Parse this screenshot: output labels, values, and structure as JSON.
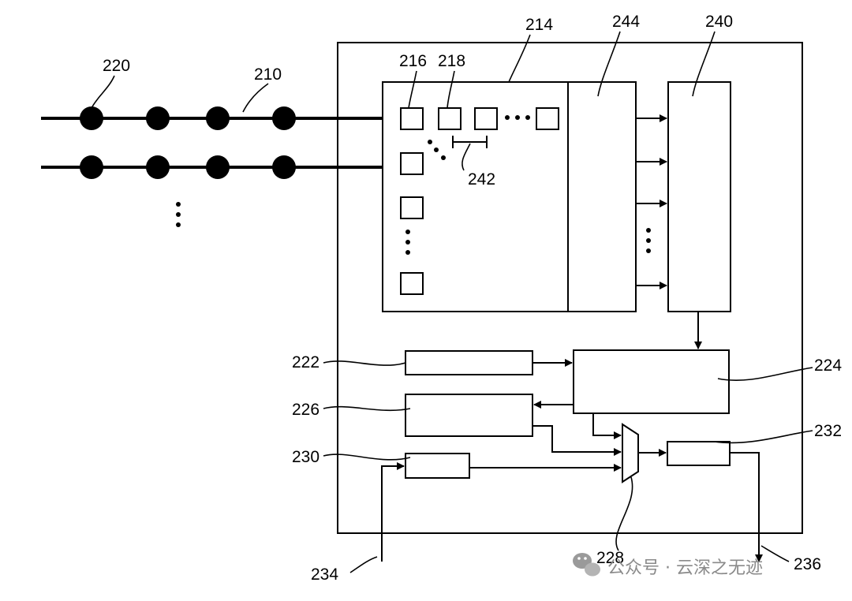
{
  "labels": {
    "l210": "210",
    "l214": "214",
    "l216": "216",
    "l218": "218",
    "l220": "220",
    "l222": "222",
    "l224": "224",
    "l226": "226",
    "l228": "228",
    "l230": "230",
    "l232": "232",
    "l234": "234",
    "l236": "236",
    "l240": "240",
    "l242": "242",
    "l244": "244"
  },
  "watermark": {
    "text": "公众号 · 云深之无迹",
    "icon": "wechat-icon"
  }
}
